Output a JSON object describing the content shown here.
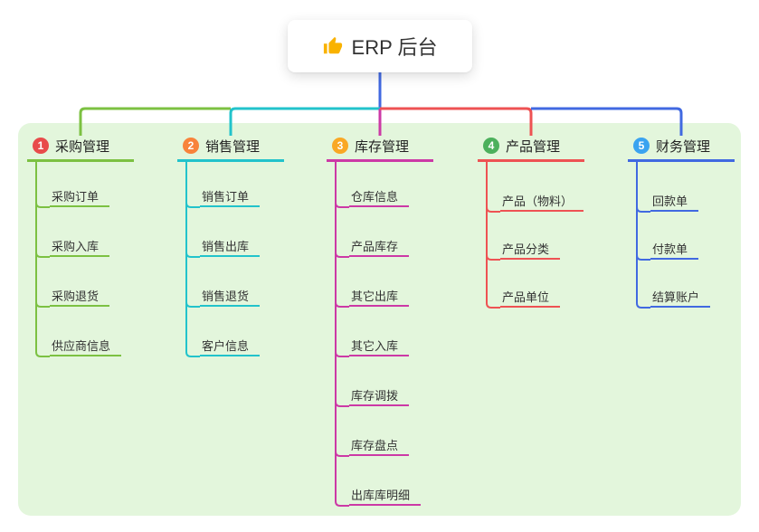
{
  "canvas": {
    "background_color": "#ffffff",
    "panel_color": "#e3f6dc"
  },
  "root": {
    "label": "ERP 后台",
    "icon": "thumbs-up-icon",
    "icon_color": "#f9b200",
    "node_color": "#ffffff",
    "connector_color": "#4169e1"
  },
  "branches": [
    {
      "index": "1",
      "label": "采购管理",
      "badge_color": "#e84b4b",
      "color": "#7cc142",
      "children": [
        "采购订单",
        "采购入库",
        "采购退货",
        "供应商信息"
      ]
    },
    {
      "index": "2",
      "label": "销售管理",
      "badge_color": "#f8833b",
      "color": "#22c3cb",
      "children": [
        "销售订单",
        "销售出库",
        "销售退货",
        "客户信息"
      ]
    },
    {
      "index": "3",
      "label": "库存管理",
      "badge_color": "#f9a825",
      "color": "#cc39a6",
      "children": [
        "仓库信息",
        "产品库存",
        "其它出库",
        "其它入库",
        "库存调拨",
        "库存盘点",
        "出库库明细"
      ]
    },
    {
      "index": "4",
      "label": "产品管理",
      "badge_color": "#4cb05c",
      "color": "#ee5253",
      "children": [
        "产品（物料）",
        "产品分类",
        "产品单位"
      ]
    },
    {
      "index": "5",
      "label": "财务管理",
      "badge_color": "#3aa3f0",
      "color": "#4169e1",
      "children": [
        "回款单",
        "付款单",
        "结算账户"
      ]
    }
  ]
}
